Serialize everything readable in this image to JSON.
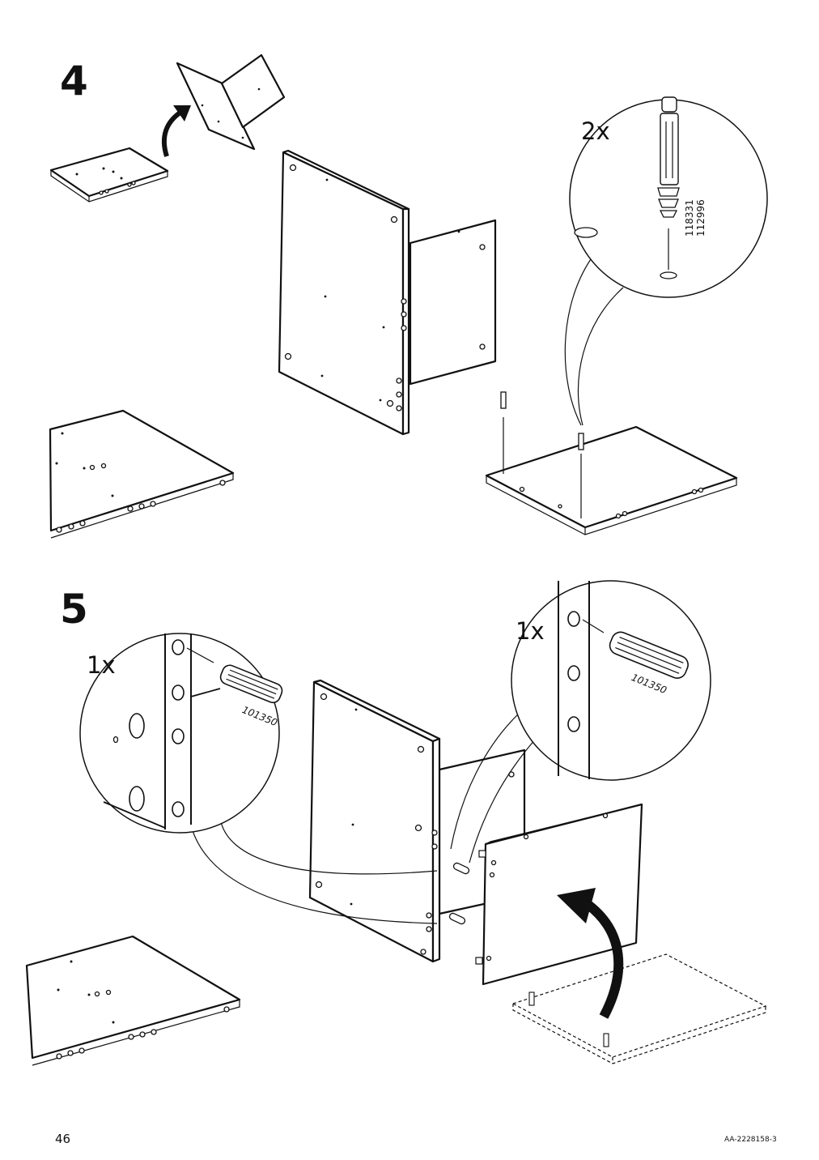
{
  "steps": [
    {
      "number": "4",
      "callout": {
        "quantity": "2x",
        "part_numbers": [
          "118331",
          "112996"
        ]
      }
    },
    {
      "number": "5",
      "callouts": [
        {
          "quantity": "1x",
          "part_number": "101350"
        },
        {
          "quantity": "1x",
          "part_number": "101350"
        }
      ]
    }
  ],
  "footer": {
    "page_number": "46",
    "document_code": "AA-2228158-3"
  }
}
